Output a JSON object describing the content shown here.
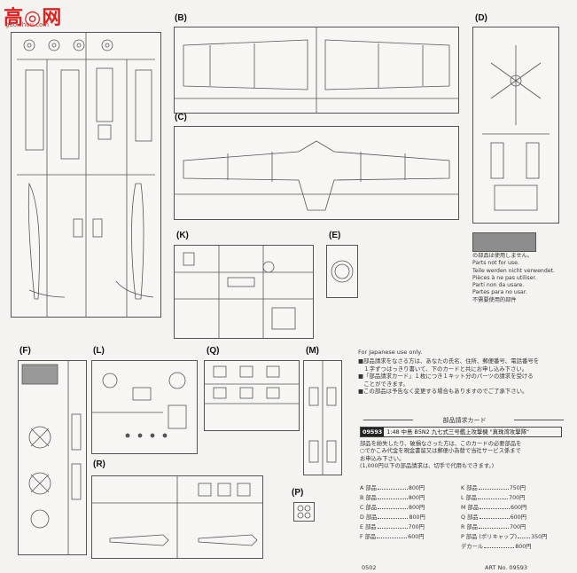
{
  "logo": {
    "main": "高◎网",
    "url": "gao.shou.com"
  },
  "part_labels": {
    "B": "(B)",
    "C": "(C)",
    "D": "(D)",
    "K": "(K)",
    "E": "(E)",
    "F": "(F)",
    "L": "(L)",
    "Q": "(Q)",
    "M": "(M)",
    "R": "(R)",
    "P": "(P)"
  },
  "notice": {
    "lines": [
      "の部品は使用しません。",
      "Parts not for use.",
      "Teile werden nicht verwendet.",
      "Pièces à ne pas utiliser.",
      "Parti non da usare.",
      "Partes para no usar.",
      "不需要使用的部件"
    ]
  },
  "japanese_use_only": "For Japanese use only.",
  "notes": [
    "■部品請求をなさる方は、あなたの氏名、住所、郵便番号、電話番号を",
    "　１字ずつはっきり書いて、下のカードと共にお申し込み下さい。",
    "■「部品請求カード」１枚につき１キット分のパーツの請求を受ける",
    "　ことができます。",
    "■この部品は予告なく変更する場合もありますのでご了承下さい。"
  ],
  "card": {
    "title": "部品請求カード",
    "code": "09593",
    "header": "1:48 中島 B5N2 九七式三号艦上攻撃機 \"真珠湾攻撃隊\"",
    "body": [
      "部品を紛失したり、破損なさった方は、このカードの必要部品を",
      "○でかこみ代金を現金書留又は郵便小為替で当社サービス係まで",
      "お申込み下さい。",
      "(1,000円以下の部品請求は、切手で代用もできます。)"
    ],
    "prices_left": [
      {
        "part": "A 部品",
        "price": "800円"
      },
      {
        "part": "B 部品",
        "price": "800円"
      },
      {
        "part": "C 部品",
        "price": "800円"
      },
      {
        "part": "D 部品",
        "price": "800円"
      },
      {
        "part": "E 部品",
        "price": "700円"
      },
      {
        "part": "F 部品",
        "price": "600円"
      }
    ],
    "prices_right": [
      {
        "part": "K 部品",
        "price": "750円"
      },
      {
        "part": "L 部品",
        "price": "700円"
      },
      {
        "part": "M 部品",
        "price": "600円"
      },
      {
        "part": "Q 部品",
        "price": "600円"
      },
      {
        "part": "R 部品",
        "price": "700円"
      },
      {
        "part": "P 部品 (ポリキャップ)",
        "price": "350円"
      },
      {
        "part": "デカール",
        "price": "800円"
      }
    ]
  },
  "art_no": "ART No. 09593",
  "footer_code": "0502"
}
